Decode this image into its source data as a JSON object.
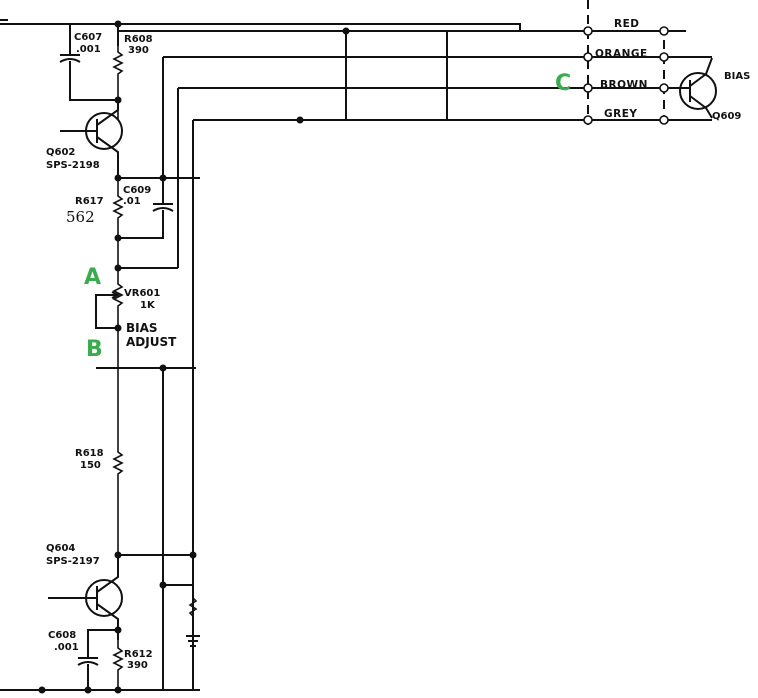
{
  "colors": {
    "annotation": "#3bab50",
    "ink": "#111111",
    "background": "#ffffff"
  },
  "wires": {
    "red": "RED",
    "orange": "ORANGE",
    "brown": "BROWN",
    "grey": "GREY"
  },
  "components": {
    "c607": {
      "ref": "C607",
      "value": ".001"
    },
    "r608": {
      "ref": "R608",
      "value": "390"
    },
    "q602": {
      "ref": "Q602",
      "part": "SPS-2198"
    },
    "r617": {
      "ref": "R617",
      "value": "562"
    },
    "c609": {
      "ref": "C609",
      "value": ".01"
    },
    "vr601": {
      "ref": "VR601",
      "value": "1K",
      "label_line1": "BIAS",
      "label_line2": "ADJUST"
    },
    "r618": {
      "ref": "R618",
      "value": "150"
    },
    "q604": {
      "ref": "Q604",
      "part": "SPS-2197"
    },
    "c608": {
      "ref": "C608",
      "value": ".001"
    },
    "r612": {
      "ref": "R612",
      "value": "390"
    },
    "q609": {
      "ref": "Q609",
      "label": "BIAS"
    }
  },
  "annotations": {
    "a": "A",
    "b": "B",
    "c": "C"
  }
}
